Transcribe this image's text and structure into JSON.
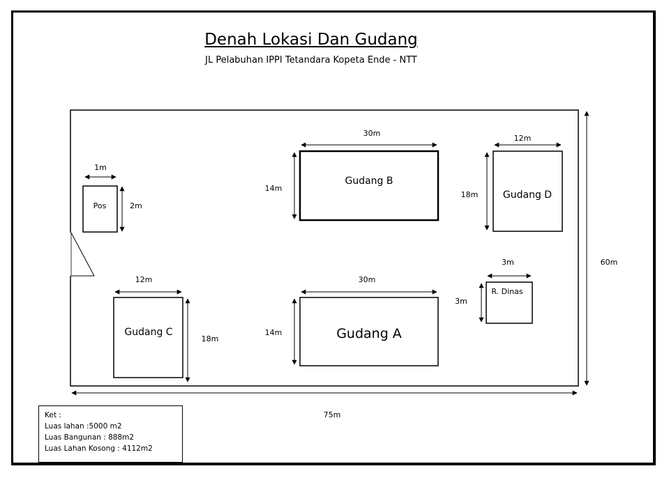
{
  "header": {
    "title": "Denah Lokasi Dan Gudang",
    "subtitle": "JL Pelabuhan IPPI Tetandara Kopeta Ende - NTT"
  },
  "site": {
    "width_label": "75m",
    "height_label": "60m"
  },
  "buildings": {
    "pos": {
      "name": "Pos",
      "width": "1m",
      "height": "2m"
    },
    "gudang_a": {
      "name": "Gudang A",
      "width": "30m",
      "height": "14m"
    },
    "gudang_b": {
      "name": "Gudang B",
      "width": "30m",
      "height": "14m"
    },
    "gudang_c": {
      "name": "Gudang C",
      "width": "12m",
      "height": "18m"
    },
    "gudang_d": {
      "name": "Gudang D",
      "width": "12m",
      "height": "18m"
    },
    "r_dinas": {
      "name": "R. Dinas",
      "width": "3m",
      "height": "3m"
    }
  },
  "legend": {
    "heading": "Ket :",
    "lines": [
      "Luas lahan :5000 m2",
      "Luas Bangunan : 888m2",
      "Luas Lahan Kosong : 4112m2"
    ]
  }
}
